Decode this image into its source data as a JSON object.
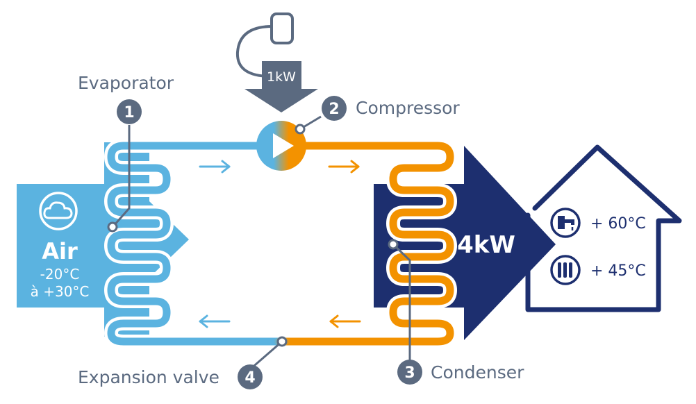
{
  "labels": {
    "evaporator": "Evaporator",
    "compressor": "Compressor",
    "condenser": "Condenser",
    "expansion_valve": "Expansion valve"
  },
  "steps": [
    "1",
    "2",
    "3",
    "4"
  ],
  "input_power": "1kW",
  "output_power": "4kW",
  "air": {
    "title": "Air",
    "range_line1": "-20°C",
    "range_line2": "à +30°C"
  },
  "house": {
    "tap_temp": "+ 60°C",
    "radiator_temp": "+ 45°C"
  },
  "icons": [
    "plug-icon",
    "cloud-icon",
    "tap-icon",
    "radiator-icon",
    "flow-arrow-icon"
  ],
  "colors": {
    "cold_pipe": "#5bb3e0",
    "hot_pipe": "#f39200",
    "navy": "#1d2f6f",
    "slate": "#5b6a80",
    "air_block": "#5bb3e0"
  }
}
